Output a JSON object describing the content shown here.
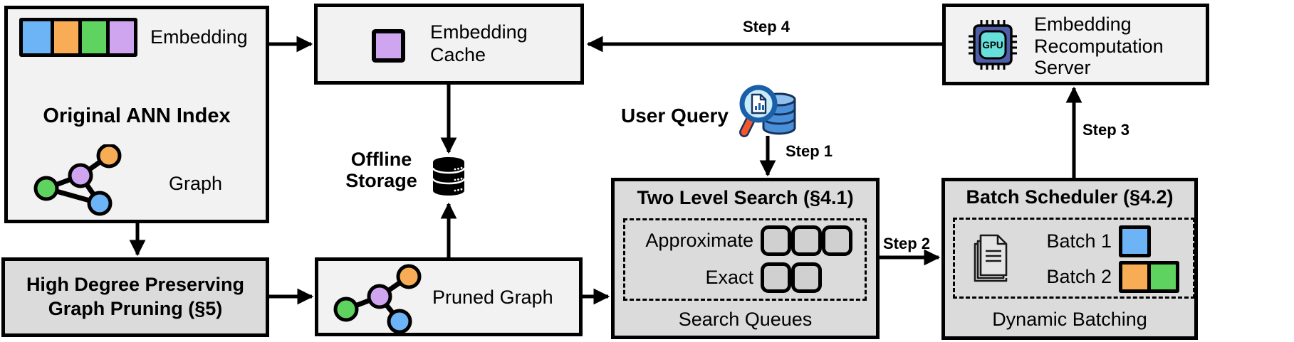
{
  "figure": {
    "original_ann_index": {
      "title": "Original ANN Index",
      "embedding_label": "Embedding",
      "graph_label": "Graph"
    },
    "high_degree_pruning": {
      "line1": "High Degree Preserving",
      "line2": "Graph Pruning (§5)"
    },
    "embedding_cache": {
      "label": "Embedding Cache"
    },
    "offline_storage": {
      "label": "Offline Storage"
    },
    "pruned_graph": {
      "label": "Pruned Graph"
    },
    "user_query": {
      "label": "User Query"
    },
    "two_level_search": {
      "title": "Two Level Search (§4.1)",
      "queue1_label": "Approximate",
      "queue1_count": 3,
      "queue2_label": "Exact",
      "queue2_count": 2,
      "caption": "Search Queues"
    },
    "batch_scheduler": {
      "title": "Batch Scheduler (§4.2)",
      "batch1_label": "Batch 1",
      "batch1_colors": [
        "blue"
      ],
      "batch2_label": "Batch 2",
      "batch2_colors": [
        "orange",
        "green"
      ],
      "caption": "Dynamic Batching"
    },
    "recomputation_server": {
      "label": "Embedding Recomputation Server",
      "chip_label": "GPU"
    },
    "steps": {
      "step1": "Step 1",
      "step2": "Step 2",
      "step3": "Step 3",
      "step4": "Step 4"
    },
    "icons": {
      "embedding_cache": "purple-square-icon",
      "offline_storage": "database-icon",
      "user_query": "magnifier-over-database-icon",
      "batch_scheduler": "stacked-documents-icon",
      "recomputation_server": "gpu-chip-icon"
    }
  },
  "colors": {
    "blue": "#6cb4f5",
    "orange": "#f7ac55",
    "green": "#5fd35f",
    "purple": "#cfa5f0",
    "light_box": "#f2f2f2",
    "dark_box": "#dbdbdb",
    "queue_fill": "#d0d0d0",
    "gpu_chip": "#4e5fa9",
    "gpu_core": "#67e0db",
    "query_db": "#4a90d9",
    "query_lens": "#c8ecf8",
    "query_handle": "#f4582a"
  }
}
